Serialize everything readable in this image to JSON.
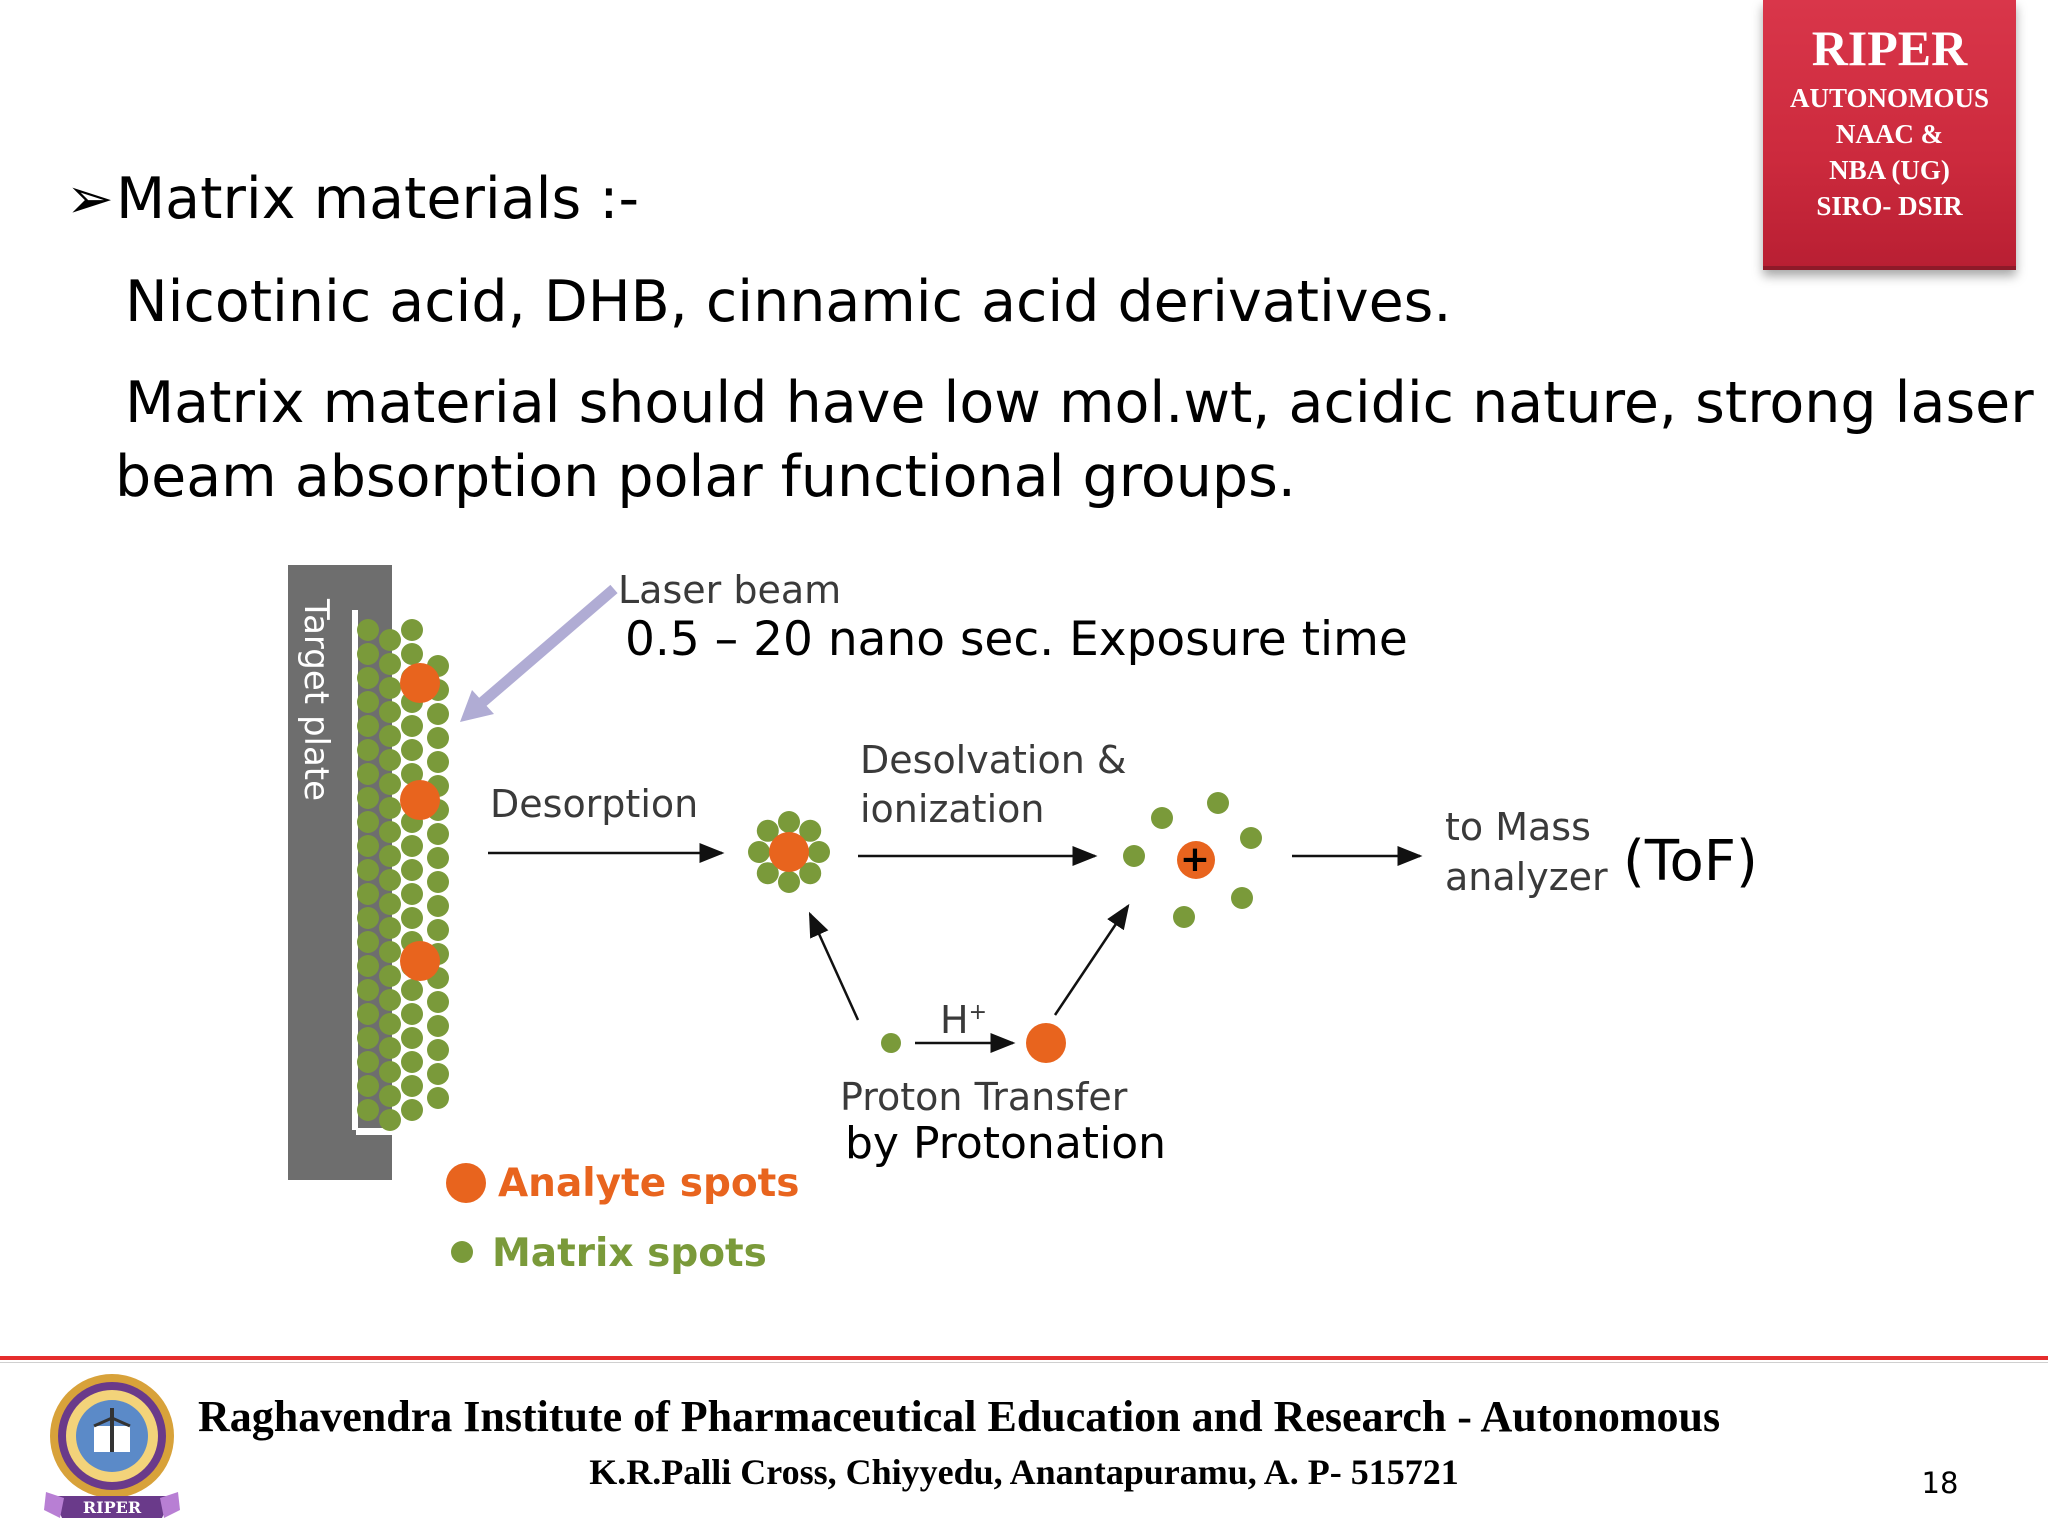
{
  "badge": {
    "title": "RIPER",
    "line1": "AUTONOMOUS",
    "line2": "NAAC &",
    "line3": "NBA (UG)",
    "line4": "SIRO- DSIR"
  },
  "content": {
    "bullet_symbol": "➢",
    "heading": "Matrix materials :-",
    "line1": "Nicotinic acid, DHB, cinnamic acid derivatives.",
    "line2a": "Matrix material should have low mol.wt, acidic nature, strong laser",
    "line2b": "beam absorption polar functional groups."
  },
  "diagram": {
    "labels": {
      "target_plate": "Target plate",
      "laser_beam": "Laser beam",
      "exposure": "0.5 – 20 nano sec. Exposure time",
      "desorption": "Desorption",
      "desolvation1": "Desolvation &",
      "desolvation2": "ionization",
      "to_mass1": "to Mass",
      "to_mass2": "analyzer",
      "tof": "(ToF)",
      "h_plus": "H",
      "plus_sup": "+",
      "proton_transfer": "Proton Transfer",
      "by_protonation": "by Protonation",
      "plus_sign": "+"
    },
    "legend": {
      "analyte": "Analyte spots",
      "matrix": "Matrix spots"
    },
    "colors": {
      "matrix": "#7a9a3a",
      "analyte": "#e8641e",
      "plate": "#6e6e6e",
      "laser": "#b0acd4",
      "arrow": "#111111"
    }
  },
  "footer": {
    "institution": "Raghavendra Institute of Pharmaceutical Education and Research - Autonomous",
    "address": "K.R.Palli Cross, Chiyyedu, Anantapuramu, A. P- 515721",
    "page_number": "18",
    "logo_text": "RIPER",
    "accent_color": "#e52d2d"
  }
}
